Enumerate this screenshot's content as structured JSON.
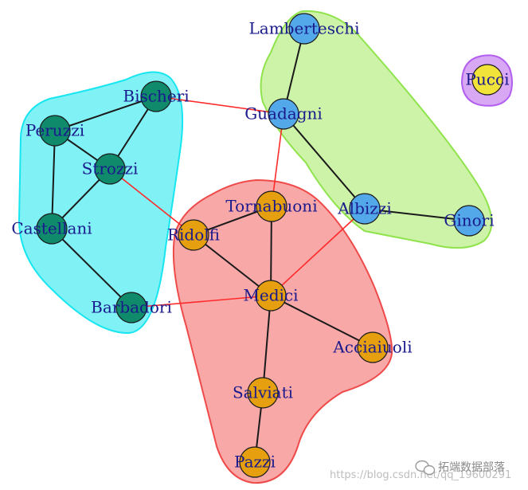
{
  "colors": {
    "edge_within": "#1a1a1a",
    "edge_between": "#ff2a2a",
    "label": "#1a1a8c"
  },
  "communities": [
    {
      "id": "c1",
      "fill": "#80f2f6",
      "stroke": "#17e6f0",
      "members": [
        "Bischeri",
        "Peruzzi",
        "Strozzi",
        "Castellani",
        "Barbadori"
      ],
      "node_color": "#0f8a6a"
    },
    {
      "id": "c2",
      "fill": "#cdf3a8",
      "stroke": "#8fe34c",
      "members": [
        "Lamberteschi",
        "Guadagni",
        "Albizzi",
        "Ginori"
      ],
      "node_color": "#52a8e8"
    },
    {
      "id": "c3",
      "fill": "#f9a8a8",
      "stroke": "#ef4a4a",
      "members": [
        "Tornabuoni",
        "Ridolfi",
        "Medici",
        "Acciaiuoli",
        "Salviati",
        "Pazzi"
      ],
      "node_color": "#e6a00f"
    },
    {
      "id": "c4",
      "fill": "#d9a8f4",
      "stroke": "#b25ef0",
      "members": [
        "Pucci"
      ],
      "node_color": "#f2e33a"
    }
  ],
  "nodes": [
    {
      "id": "Lamberteschi",
      "label": "Lamberteschi",
      "community": "c2"
    },
    {
      "id": "Pucci",
      "label": "Pucci",
      "community": "c4"
    },
    {
      "id": "Bischeri",
      "label": "Bischeri",
      "community": "c1"
    },
    {
      "id": "Guadagni",
      "label": "Guadagni",
      "community": "c2"
    },
    {
      "id": "Peruzzi",
      "label": "Peruzzi",
      "community": "c1"
    },
    {
      "id": "Strozzi",
      "label": "Strozzi",
      "community": "c1"
    },
    {
      "id": "Tornabuoni",
      "label": "Tornabuoni",
      "community": "c3"
    },
    {
      "id": "Albizzi",
      "label": "Albizzi",
      "community": "c2"
    },
    {
      "id": "Castellani",
      "label": "Castellani",
      "community": "c1"
    },
    {
      "id": "Ridolfi",
      "label": "Ridolfi",
      "community": "c3"
    },
    {
      "id": "Ginori",
      "label": "Ginori",
      "community": "c2"
    },
    {
      "id": "Medici",
      "label": "Medici",
      "community": "c3"
    },
    {
      "id": "Barbadori",
      "label": "Barbadori",
      "community": "c1"
    },
    {
      "id": "Acciaiuoli",
      "label": "Acciaiuoli",
      "community": "c3"
    },
    {
      "id": "Salviati",
      "label": "Salviati",
      "community": "c3"
    },
    {
      "id": "Pazzi",
      "label": "Pazzi",
      "community": "c3"
    }
  ],
  "edges": [
    {
      "source": "Lamberteschi",
      "target": "Guadagni"
    },
    {
      "source": "Bischeri",
      "target": "Guadagni"
    },
    {
      "source": "Bischeri",
      "target": "Peruzzi"
    },
    {
      "source": "Bischeri",
      "target": "Strozzi"
    },
    {
      "source": "Peruzzi",
      "target": "Strozzi"
    },
    {
      "source": "Peruzzi",
      "target": "Castellani"
    },
    {
      "source": "Strozzi",
      "target": "Castellani"
    },
    {
      "source": "Strozzi",
      "target": "Ridolfi"
    },
    {
      "source": "Castellani",
      "target": "Barbadori"
    },
    {
      "source": "Guadagni",
      "target": "Albizzi"
    },
    {
      "source": "Guadagni",
      "target": "Tornabuoni"
    },
    {
      "source": "Albizzi",
      "target": "Ginori"
    },
    {
      "source": "Albizzi",
      "target": "Medici"
    },
    {
      "source": "Tornabuoni",
      "target": "Ridolfi"
    },
    {
      "source": "Tornabuoni",
      "target": "Medici"
    },
    {
      "source": "Ridolfi",
      "target": "Medici"
    },
    {
      "source": "Medici",
      "target": "Barbadori"
    },
    {
      "source": "Medici",
      "target": "Acciaiuoli"
    },
    {
      "source": "Medici",
      "target": "Salviati"
    },
    {
      "source": "Salviati",
      "target": "Pazzi"
    }
  ],
  "watermark": {
    "url": "https://blog.csdn.net/qq_19600291",
    "brand": "拓端数据部落"
  }
}
